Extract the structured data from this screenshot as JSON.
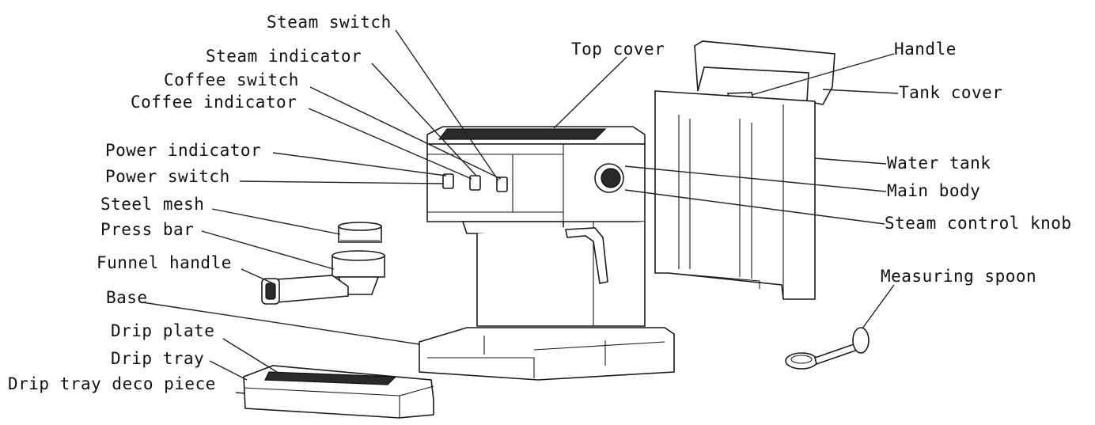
{
  "labels": {
    "steam_switch": "Steam switch",
    "steam_indicator": "Steam indicator",
    "coffee_switch": "Coffee switch",
    "coffee_indicator": "Coffee indicator",
    "power_indicator": "Power indicator",
    "power_switch": "Power switch",
    "steel_mesh": "Steel mesh",
    "press_bar": "Press bar",
    "funnel_handle": "Funnel handle",
    "base": "Base",
    "drip_plate": "Drip plate",
    "drip_tray": "Drip tray",
    "drip_tray_deco_piece": "Drip tray deco piece",
    "top_cover": "Top cover",
    "handle": "Handle",
    "tank_cover": "Tank cover",
    "water_tank": "Water tank",
    "main_body": "Main body",
    "steam_control_knob": "Steam control knob",
    "measuring_spoon": "Measuring spoon"
  }
}
